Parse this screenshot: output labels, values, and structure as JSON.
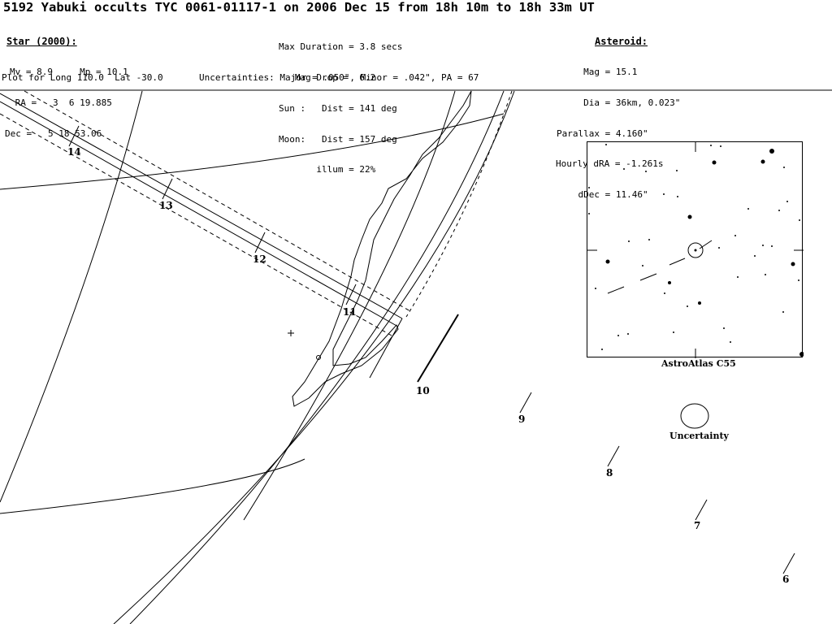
{
  "title": "5192 Yabuki occults TYC 0061-01117-1 on 2006 Dec 15 from 18h 10m to 18h 33m UT",
  "star": {
    "heading": "Star (2000):",
    "lines": [
      "Mv = 8.9     Mp = 10.1",
      " RA =   3  6 19.885",
      "Dec =   5 18 53.06"
    ]
  },
  "event": {
    "lines": [
      "Max Duration = 3.8 secs",
      "   Mag Drop =  6.2",
      "Sun :   Dist = 141 deg",
      "Moon:   Dist = 157 deg",
      "       illum = 22%"
    ]
  },
  "asteroid": {
    "heading": "Asteroid:",
    "lines": [
      "     Mag = 15.1",
      "     Dia = 36km, 0.023\"",
      "Parallax = 4.160\"",
      "Hourly dRA = -1.261s",
      "    dDec = 11.46\""
    ]
  },
  "plot_for": "Plot for Long 110.0  Lat -30.0",
  "uncertainties": "Uncertainties: Major = .050\", Minor = .042\", PA = 67",
  "time_labels": [
    "14",
    "13",
    "12",
    "11",
    "10",
    "9",
    "8",
    "7",
    "6"
  ],
  "inset_caption": "AstroAtlas C55",
  "uncertainty_caption": "Uncertainty"
}
